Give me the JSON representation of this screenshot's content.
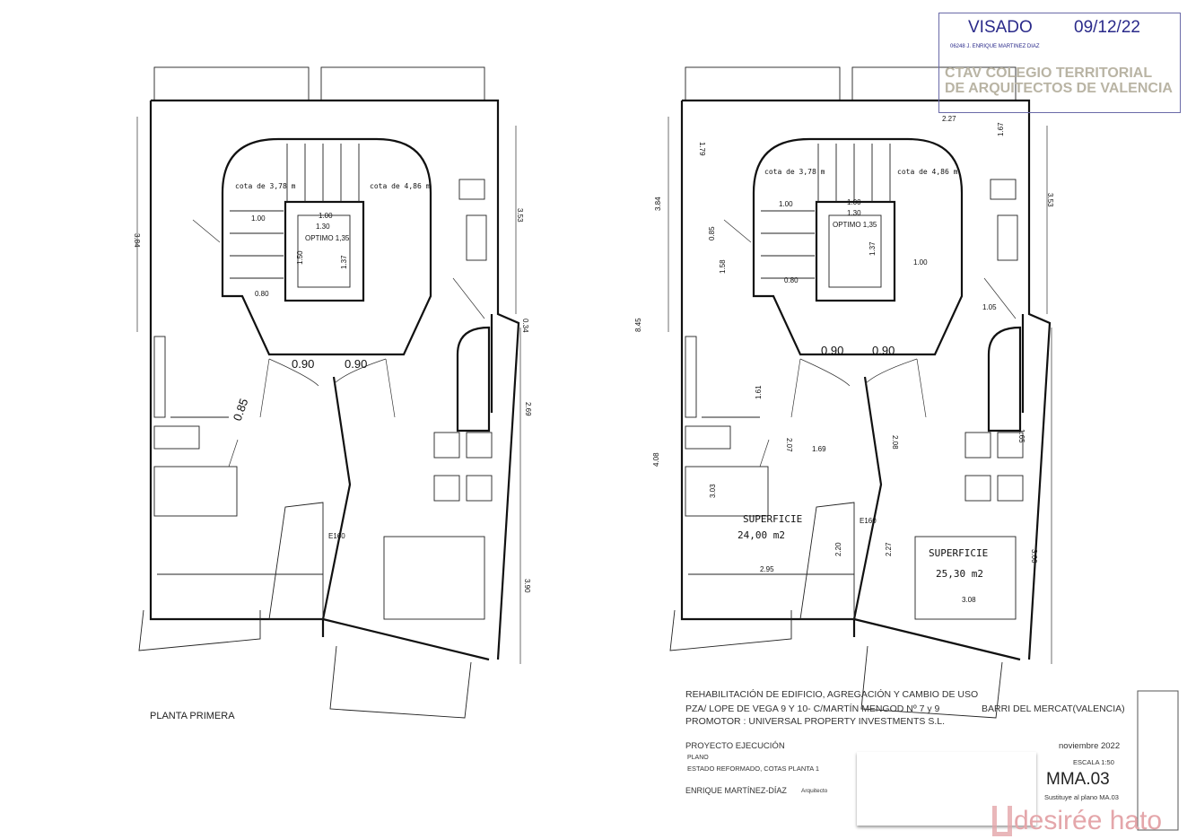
{
  "stamp": {
    "bg_text": "CTAV COLEGIO TERRITORIAL DE ARQUITECTOS DE VALENCIA",
    "visado": "VISADO",
    "date": "09/12/22",
    "architect": "06248 J. ENRIQUE MARTINEZ DIAZ"
  },
  "left_plan": {
    "title": "PLANTA PRIMERA",
    "cota_left": "cota de 3,78 m",
    "cota_right": "cota de 4,86 m",
    "dims": [
      "1.00",
      "1.00",
      "1.30",
      "OPTIMO 1,35",
      "1.37",
      "1.50",
      "0.80",
      "0.90",
      "0.90",
      "0.85",
      "3.84",
      "3.53",
      "0.34",
      "2.69",
      "3.90",
      "E160"
    ]
  },
  "right_plan": {
    "cota_left": "cota de 3,78 m",
    "cota_right": "cota de 4,86 m",
    "dims": [
      "1.00",
      "1.00",
      "1.30",
      "OPTIMO 1,35",
      "1.37",
      "1.00",
      "0.85",
      "1.58",
      "0.80",
      "1.05",
      "1.67",
      "3.53",
      "8.45",
      "0.90",
      "0.90",
      "1.61",
      "2.07",
      "2.08",
      "1.69",
      "4.08",
      "3.03",
      "2.20",
      "2.27",
      "2.95",
      "3.08",
      "3.00",
      "3.84",
      "1.79",
      "1.65",
      "E160",
      "2.27"
    ],
    "room1_label": "SUPERFICIE",
    "room1_area": "24,00 m2",
    "room2_label": "SUPERFICIE",
    "room2_area": "25,30 m2"
  },
  "title_block": {
    "line1": "REHABILITACIÓN DE EDIFICIO, AGREGACIÓN Y CAMBIO DE USO",
    "line2": "PZA/ LOPE DE VEGA 9 Y 10- C/MARTÍN MENGOD Nº 7 y 9",
    "location": "BARRI DEL MERCAT(VALENCIA)",
    "line3": "PROMOTOR : UNIVERSAL PROPERTY INVESTMENTS S.L.",
    "project": "PROYECTO EJECUCIÓN",
    "date": "noviembre  2022",
    "plano_label": "PLANO",
    "plano": "ESTADO REFORMADO, COTAS PLANTA 1",
    "scale": "ESCALA 1:50",
    "architect": "ENRIQUE MARTÍNEZ-DÍAZ",
    "architect_role": "Arquitecto",
    "sheet": "MMA.03",
    "replaces": "Sustituye al plano MA.03"
  },
  "watermark": "desirée hato"
}
